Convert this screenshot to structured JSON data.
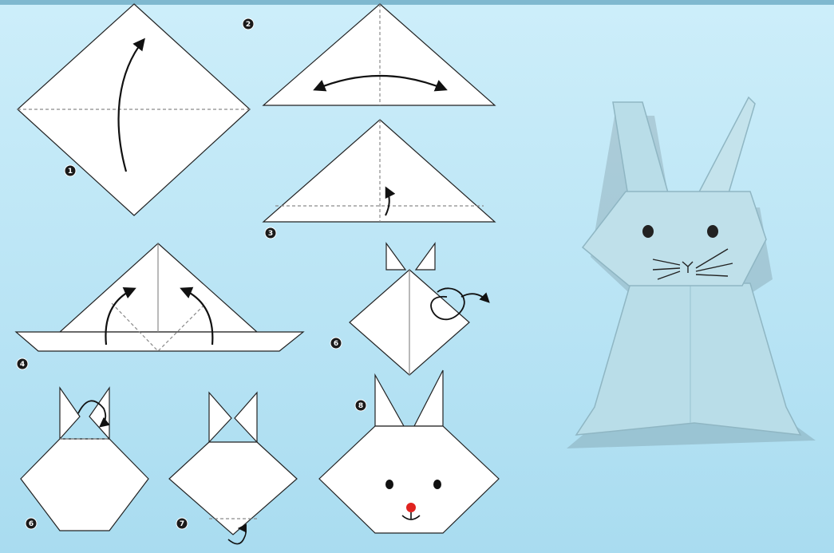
{
  "title": "",
  "colors": {
    "background_top": "#cdeefa",
    "background_bottom": "#a9dcf0",
    "paper": "#ffffff",
    "paper_stroke": "#222222",
    "fold_line": "#8a8a8a",
    "arrow": "#111111",
    "bunny_paper": "#b9dde8",
    "bunny_shade": "#a3cbd8",
    "nose": "#e0231f",
    "marker": "#1a1a1a"
  },
  "steps": [
    {
      "number": "1",
      "icon": "diamond-with-fold-up-arrow-icon"
    },
    {
      "number": "2",
      "icon": "triangle-with-fold-arrow-icon"
    },
    {
      "number": "3",
      "icon": "triangle-with-bottom-fold-icon"
    },
    {
      "number": "4",
      "icon": "ears-folding-up-icon"
    },
    {
      "number": "6",
      "icon": "rotate-over-arrow-icon"
    },
    {
      "number": "6",
      "icon": "fold-ear-tip-icon"
    },
    {
      "number": "7",
      "icon": "tuck-bottom-corner-icon"
    },
    {
      "number": "8",
      "icon": "bunny-face-icon"
    }
  ],
  "finished_model": {
    "icon": "finished-origami-bunny-icon"
  }
}
